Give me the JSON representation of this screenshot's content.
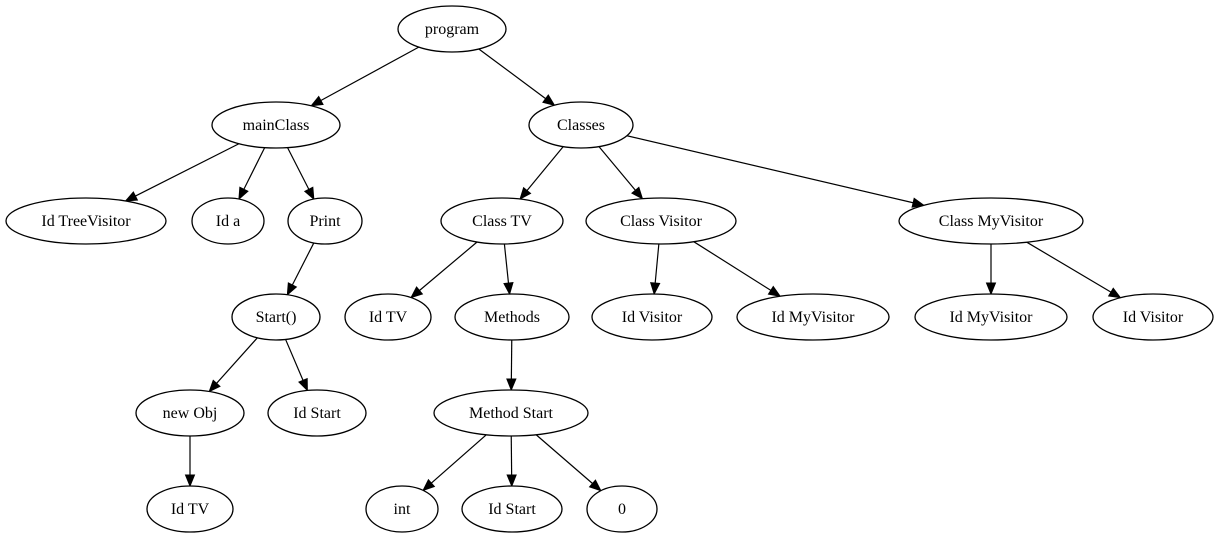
{
  "tree": {
    "nodes": [
      {
        "id": "program",
        "label": "program"
      },
      {
        "id": "mainClass",
        "label": "mainClass"
      },
      {
        "id": "classes",
        "label": "Classes"
      },
      {
        "id": "id_treevisitor",
        "label": "Id TreeVisitor"
      },
      {
        "id": "id_a",
        "label": "Id a"
      },
      {
        "id": "print",
        "label": "Print"
      },
      {
        "id": "start_call",
        "label": "Start()"
      },
      {
        "id": "new_obj",
        "label": "new Obj"
      },
      {
        "id": "id_start_1",
        "label": "Id Start"
      },
      {
        "id": "id_tv_1",
        "label": "Id TV"
      },
      {
        "id": "class_tv",
        "label": "Class TV"
      },
      {
        "id": "class_visitor",
        "label": "Class Visitor"
      },
      {
        "id": "class_myvisitor",
        "label": "Class MyVisitor"
      },
      {
        "id": "id_tv_2",
        "label": "Id TV"
      },
      {
        "id": "methods",
        "label": "Methods"
      },
      {
        "id": "method_start",
        "label": "Method Start"
      },
      {
        "id": "int_type",
        "label": "int"
      },
      {
        "id": "id_start_2",
        "label": "Id Start"
      },
      {
        "id": "zero",
        "label": "0"
      },
      {
        "id": "id_visitor_1",
        "label": "Id Visitor"
      },
      {
        "id": "id_myvisitor_1",
        "label": "Id MyVisitor"
      },
      {
        "id": "id_myvisitor_2",
        "label": "Id MyVisitor"
      },
      {
        "id": "id_visitor_2",
        "label": "Id Visitor"
      }
    ],
    "edges": [
      [
        "program",
        "mainClass"
      ],
      [
        "program",
        "classes"
      ],
      [
        "mainClass",
        "id_treevisitor"
      ],
      [
        "mainClass",
        "id_a"
      ],
      [
        "mainClass",
        "print"
      ],
      [
        "print",
        "start_call"
      ],
      [
        "start_call",
        "new_obj"
      ],
      [
        "start_call",
        "id_start_1"
      ],
      [
        "new_obj",
        "id_tv_1"
      ],
      [
        "classes",
        "class_tv"
      ],
      [
        "classes",
        "class_visitor"
      ],
      [
        "classes",
        "class_myvisitor"
      ],
      [
        "class_tv",
        "id_tv_2"
      ],
      [
        "class_tv",
        "methods"
      ],
      [
        "methods",
        "method_start"
      ],
      [
        "method_start",
        "int_type"
      ],
      [
        "method_start",
        "id_start_2"
      ],
      [
        "method_start",
        "zero"
      ],
      [
        "class_visitor",
        "id_visitor_1"
      ],
      [
        "class_visitor",
        "id_myvisitor_1"
      ],
      [
        "class_myvisitor",
        "id_myvisitor_2"
      ],
      [
        "class_myvisitor",
        "id_visitor_2"
      ]
    ]
  }
}
